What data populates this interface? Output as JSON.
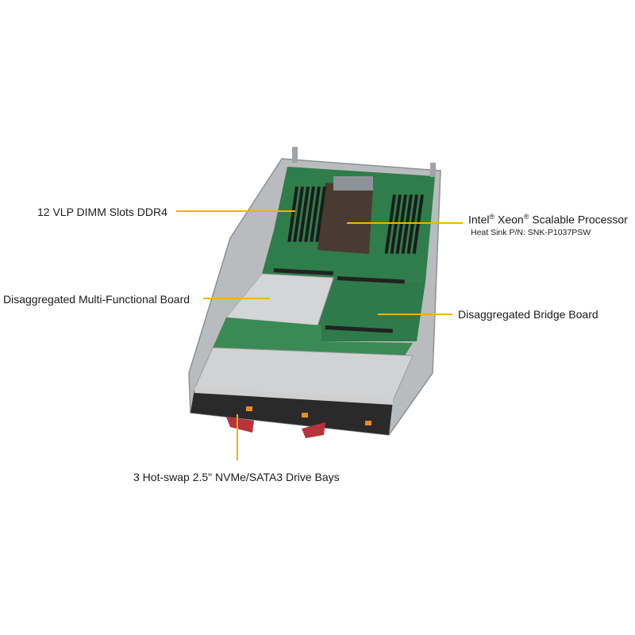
{
  "figure": {
    "subject": "blade-server-node",
    "callout_color": "#f0b400",
    "labels": {
      "dimm": "12 VLP DIMM  Slots DDR4",
      "cpu_brand": "Intel",
      "cpu_reg1": "®",
      "cpu_mid": " Xeon",
      "cpu_reg2": "®",
      "cpu_rest": " Scalable Processor",
      "heatsink": "Heat Sink P/N:  SNK-P1037PSW",
      "mfb": "Disaggregated Multi-Functional  Board",
      "bridge": "Disaggregated Bridge Board",
      "drives": "3 Hot-swap  2.5\" NVMe/SATA3 Drive Bays"
    }
  }
}
